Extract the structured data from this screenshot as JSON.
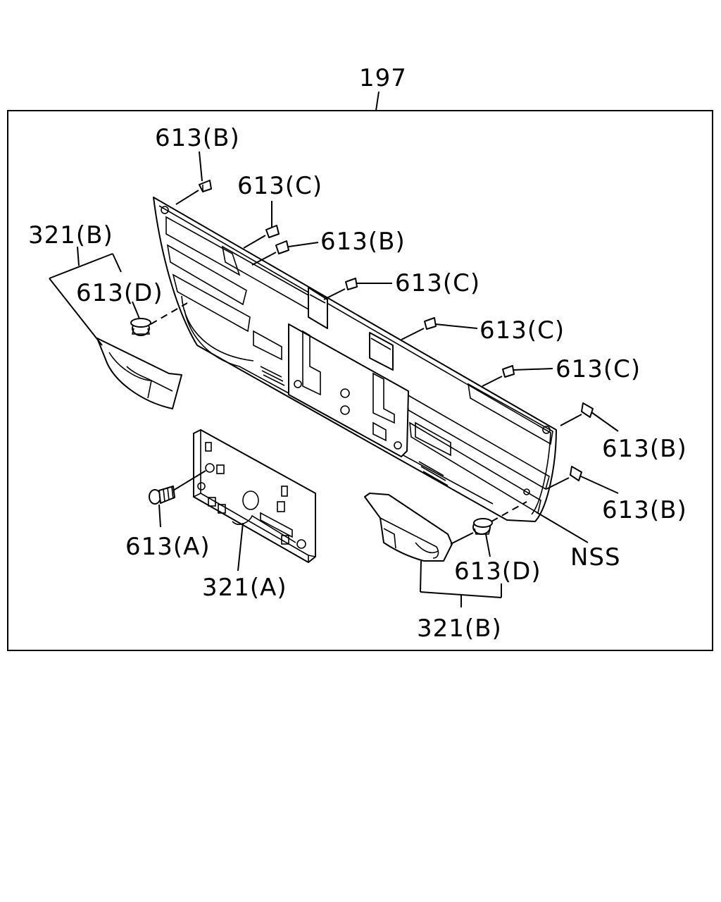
{
  "callouts": {
    "assembly": "197",
    "clip_b_top": "613(B)",
    "clip_c_top": "613(C)",
    "clip_b_mid": "613(B)",
    "clip_c_1": "613(C)",
    "clip_c_2": "613(C)",
    "clip_c_3": "613(C)",
    "clip_b_right_1": "613(B)",
    "clip_b_right_2": "613(B)",
    "bracket_left": "321(B)",
    "clip_d_left": "613(D)",
    "screw_a": "613(A)",
    "plate_a": "321(A)",
    "clip_d_right": "613(D)",
    "bracket_right": "321(B)",
    "nss": "NSS"
  }
}
